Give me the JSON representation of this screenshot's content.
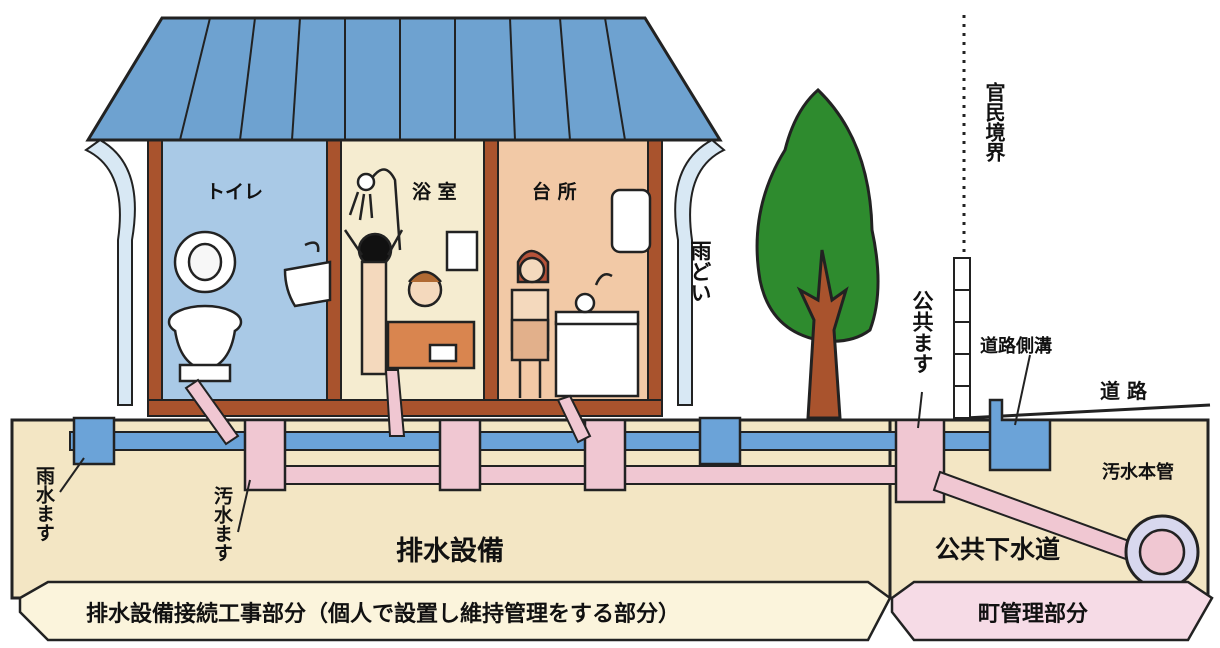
{
  "rooms": {
    "toilet": "トイレ",
    "bath": "浴 室",
    "kitchen": "台 所"
  },
  "labels": {
    "rain_gutter": "雨どい",
    "public_basin": "公共ます",
    "road_ditch": "道路側溝",
    "road": "道 路",
    "boundary": "官民境界",
    "rain_basin": "雨水ます",
    "sewage_basin": "汚水ます",
    "sewer_main": "汚水本管"
  },
  "sections": {
    "drainage": "排水設備",
    "public_sewer": "公共下水道"
  },
  "banners": {
    "private": "排水設備接続工事部分（個人で設置し維持管理をする部分）",
    "town": "町管理部分"
  },
  "colors": {
    "roof": "#6ea2d0",
    "toilet_wall": "#a9c9e6",
    "bath_wall": "#f5ecd0",
    "kitchen_wall": "#f2c9a6",
    "ground": "#f3e6c4",
    "rain_pipe": "#6ba3d8",
    "sewage_pipe": "#f0c7d2",
    "tree": "#2e8b2e",
    "wood": "#a9532d"
  }
}
